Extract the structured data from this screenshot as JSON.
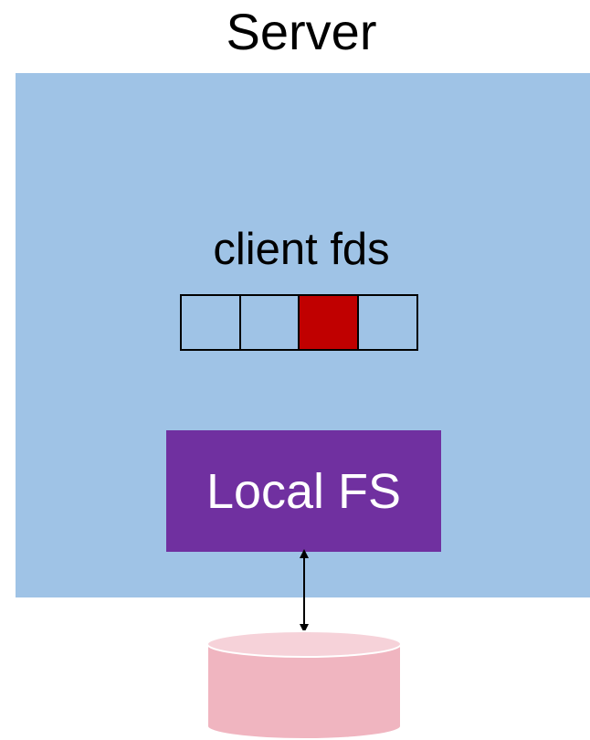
{
  "server": {
    "title": "Server",
    "color": "#9fc3e6"
  },
  "client_fds": {
    "label": "client fds",
    "cells": [
      {
        "active": false
      },
      {
        "active": false
      },
      {
        "active": true
      },
      {
        "active": false
      }
    ],
    "cell_color": "#9fc3e6",
    "active_color": "#c00000"
  },
  "local_fs": {
    "label": "Local FS",
    "color": "#7030a0"
  },
  "disk": {
    "color": "#f0b5c0",
    "top_color": "#f6d2d9"
  }
}
